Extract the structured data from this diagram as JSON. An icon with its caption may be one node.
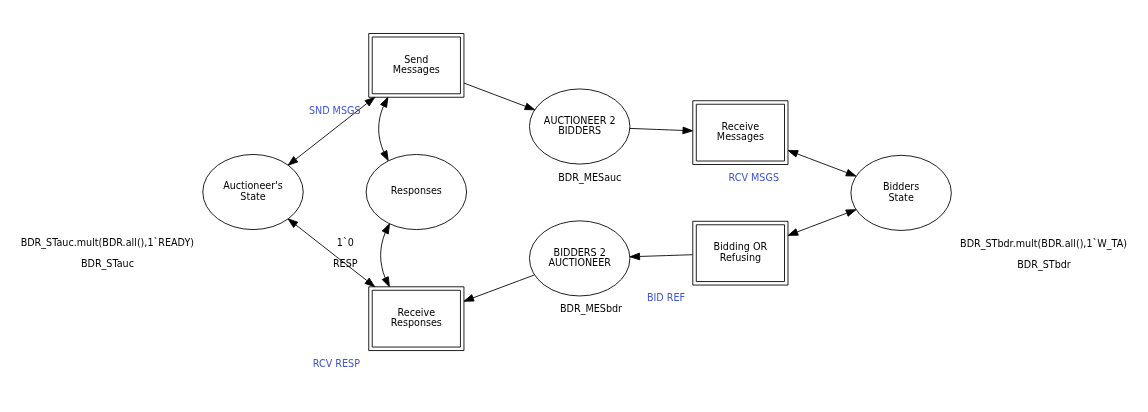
{
  "diagram": {
    "nodes": [
      {
        "text": [
          "Auctioneer's State"
        ],
        "beside": [
          "BDR_STauc.mult(BDR.all(),1`READY)",
          "BDR_STauc"
        ]
      },
      {
        "text": [
          "Send Messages"
        ],
        "beside": [
          "SND MSGS"
        ]
      },
      {
        "text": [
          "AUCTIONEER 2 BIDDERS"
        ],
        "beside": [
          "BDR_MESauc"
        ]
      },
      {
        "text": [
          "Receive Messages"
        ],
        "beside": [
          "RCV MSGS"
        ]
      },
      {
        "text": [
          "Responses"
        ],
        "beside": [
          "1`0",
          "RESP"
        ]
      },
      {
        "text": [
          "Bidders State"
        ],
        "beside": [
          "BDR_STbdr.mult(BDR.all(),1`W_TA)",
          "BDR_STbdr"
        ]
      },
      {
        "text": [
          "Receive Responses"
        ],
        "beside": [
          "RCV RESP"
        ]
      },
      {
        "text": [
          "BIDDERS 2 AUCTIONEER"
        ],
        "beside": [
          "BDR_MESbdr"
        ]
      },
      {
        "text": [
          "Bidding OR Refusing"
        ],
        "beside": [
          "BID REF"
        ]
      }
    ],
    "edges": [
      {
        "from": 0,
        "to": 1,
        "arrow": "both"
      },
      {
        "from": 1,
        "to": 2,
        "arrow": "to"
      },
      {
        "from": 2,
        "to": 3,
        "arrow": "to"
      },
      {
        "from": 3,
        "to": 5,
        "arrow": "both"
      },
      {
        "from": 1,
        "to": 4,
        "arrow": "both"
      },
      {
        "from": 4,
        "to": 6,
        "arrow": "both"
      },
      {
        "from": 0,
        "to": 6,
        "arrow": "both"
      },
      {
        "from": 5,
        "to": 8,
        "arrow": "both"
      },
      {
        "from": 8,
        "to": 7,
        "arrow": "to"
      },
      {
        "from": 7,
        "to": 6,
        "arrow": "to"
      }
    ]
  }
}
